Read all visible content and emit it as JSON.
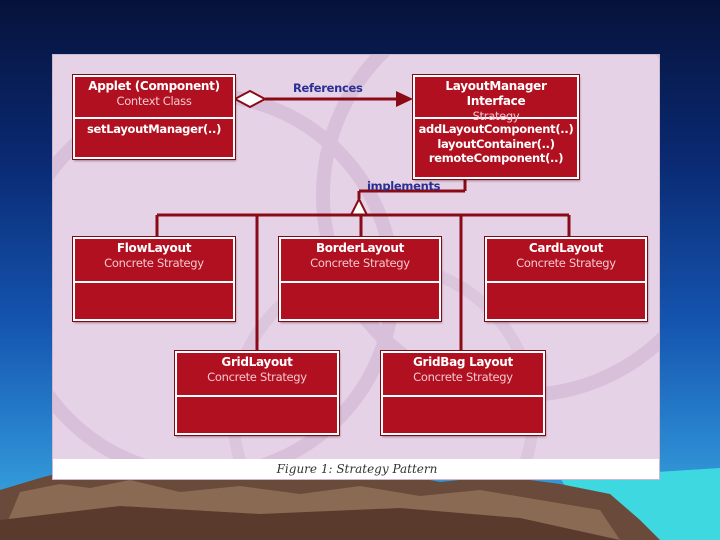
{
  "diagram": {
    "caption": "Figure 1: Strategy Pattern",
    "edge_labels": {
      "references": "References",
      "implements": "implements"
    },
    "classes": {
      "applet": {
        "name": "Applet (Component)",
        "role": "Context Class",
        "methods": [
          "setLayoutManager(..)"
        ]
      },
      "layout_manager": {
        "name": "LayoutManager Interface",
        "role": "Strategy",
        "methods": [
          "addLayoutComponent(..)",
          "layoutContainer(..)",
          "remoteComponent(..)"
        ]
      },
      "flow_layout": {
        "name": "FlowLayout",
        "role": "Concrete Strategy"
      },
      "border_layout": {
        "name": "BorderLayout",
        "role": "Concrete Strategy"
      },
      "card_layout": {
        "name": "CardLayout",
        "role": "Concrete Strategy"
      },
      "grid_layout": {
        "name": "GridLayout",
        "role": "Concrete Strategy"
      },
      "gridbag_layout": {
        "name": "GridBag Layout",
        "role": "Concrete Strategy"
      }
    }
  },
  "colors": {
    "class_fill": "#b0101f",
    "class_border": "#ffffff",
    "connector": "#8a0a16",
    "edge_label": "#2a2f92",
    "panel": "#e6d2e6"
  }
}
